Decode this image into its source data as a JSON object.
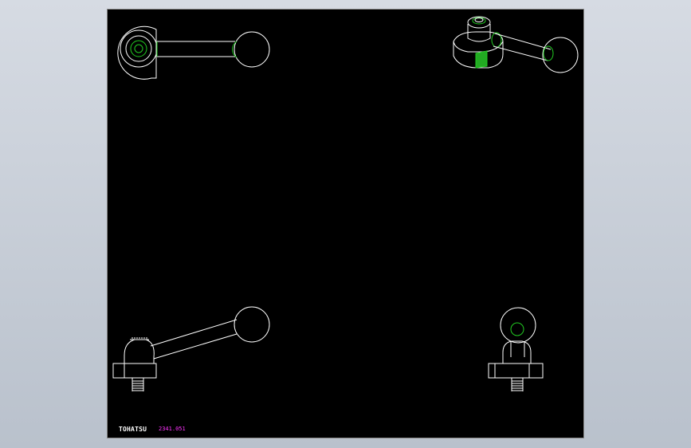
{
  "title_block": {
    "brand": "TOHATSU",
    "part_number": "2341.051"
  },
  "colors": {
    "background": "#c4cad3",
    "sheet": "#000000",
    "outline": "#ffffff",
    "hidden_edges": "#22cc22",
    "part_number_text": "#ff33ff"
  },
  "views": [
    "top-view",
    "isometric-view",
    "front-view",
    "side-view"
  ]
}
